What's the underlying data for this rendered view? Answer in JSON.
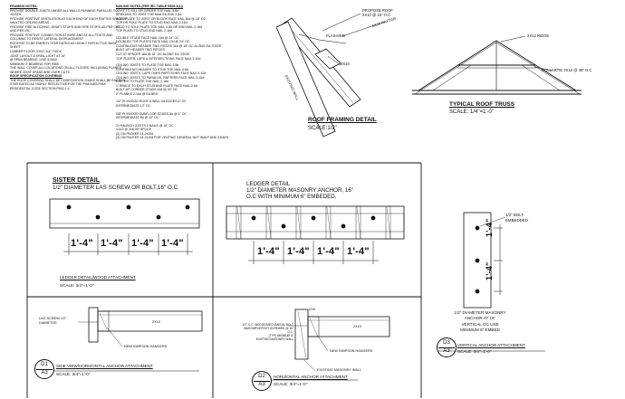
{
  "framing_notes": {
    "heading": "FRAMING NOTES:",
    "lines": [
      "PROVIDE DOUBLE JOISTS UNDER ALL WALLS RUNNING PARALLEL TO",
      "JOISTS",
      "PROVIDE POSITIVE VENTILATION AT EACH END OF EACH RAFTER SPACE AT",
      "VAULTED CEILING AREAS",
      "PROVIDE FIRE BLOCKING, DRAFT STOPS AND FIRE STOPS AS PER CBC",
      "AND PER IRC",
      "PROVIDE POSITIVE CONNECTION AT BASE AND AT ALL POSTS AND",
      "COLUMNS TO RESIST LATERAL DISPLACEMENT",
      "ROOFING TO BE ENERGY STAR RATED AS HIGHLY REFLECTIVE BASE",
      "SHEET",
      "LUMBER FLOOR JOIST 3/4\" THICK",
      "JOIST LAYOUT & SPAN, LIGHT AT 16\"",
      "@ SPAN BEARING, LINE & MAX",
      "MINIMUM 3\" BEARING FOR RIBS",
      "THE WALL COVER ALL LOCATIONS ON ALL FLOORS, INCLUDING PLANES",
      "WHERE JOIST SPANS ARE OVER CUTS"
    ],
    "sub_heading": "ROOF SPECIFICATION COVERING",
    "sub_lines": [
      "THE ROOF COVERING SHALL BE COMPOSITION SHAKE SHALL BE ENERGY",
      "STAR RATED AS HIGHLY REFLECTIVE FOR THE PHILADELPHIA",
      "RESIDENTIAL CODE SECTION R902.1.4"
    ]
  },
  "nailing_notes": {
    "heading": "NAILING NOTES (PER IRC TABLE R602.3(1))",
    "groups": [
      [
        "JOIST TO SILL OR GIRDER TOE NAIL 3-8d",
        "BRIDGING TO JOIST TOE NAIL EA END 2-8d",
        "SOLE PLATE TO JOIST OR BLOCK FACE NAIL 16d @ 16\" OC",
        "TOP OR SOLE PLATE TO STUD END NAIL 2-16d",
        "STUD TO SOLE PLATE TOE NAIL 4-8d OR END NAIL 2-16d",
        "TOP PLATE TO STUD END NAIL 2-16d"
      ],
      [
        "DOUBLE STUDS FACE NAIL 16d @ 24\" OC",
        "DOUBLED TOP PLATES FACE NAIL 10d @ 24\" OC",
        "CONTINUOUS HEADER TWO PIECES 16d @ 16\" OC ALONG EA. EDGE",
        "BUILT-UP HEADER TWO PIECES",
        "CUT AT SPACER 16d @ 16\" OC ALONG EA. EDGE",
        "TOP PLATES, LAPS & INTERSECTIONS FACE NAIL 2-10d"
      ],
      [
        "CEILING JOISTS TO PLATE TOE NAIL 3-8d",
        "CONTINUOUS HEADER TO STUD TOE NAIL 4-8d",
        "CEILING JOISTS, LAPS OVER PARTITIONS FACE NAIL 3-10d",
        "CEILING JOISTS TO PARALLEL RAFTERS FACE NAIL 3-10d",
        "RAFTER TO PLATE TOE NAIL 2-16d",
        "1\" BRACE TO EACH STUD AND PLATE FACE NAIL 2-8d",
        "BUILT-UP CORNER STUDS 10d @ 24\" OC",
        "2\" PLANKS 2-16d @ EA BRG"
      ],
      [
        "1/2\" PLYWOOD ROOF & WALL 6d EDGES 6\" OC",
        "INTERMEDIATE 12\" OC"
      ],
      [
        "5/8\" PLYWOOD SUBFLOOR EDGES 8d @ 6\" OC",
        "INTERMEDIATE 8d @ 12\" OC"
      ],
      [
        "2x HAUNCH JOISTS 2 NAILS @ 16\" OC",
        "1/2x2 @ 2x6 OR SPLICE",
        "(2) ON PACKER 14-2x10d",
        "(2) ON PACKER 14-2x10d FOR VENTING GENERAL NOT WANT AND 4-BAYS"
      ]
    ]
  },
  "roof_framing": {
    "title": "ROOF FRAMING DETAIL",
    "scale": "SCALE:1/2\"",
    "labels": {
      "propose_roof": "PROPOSE ROOF",
      "rafter": "2X10 @ 16\" O.C",
      "rafter_tag": "2X10 RAFTER",
      "flashing": "FLASHING",
      "ledger_tag": "2X10",
      "wall": "EXISTING WALL"
    }
  },
  "roof_truss": {
    "title": "TYPICAL ROOF TRUSS",
    "scale": "SCALE: 1/4\"=1'-0\"",
    "labels": {
      "ridge": "2X12 RIDGE",
      "collar": "COLLARTIE 2X12 @ 48\" O.C"
    }
  },
  "sister_detail": {
    "title": "SISTER DETAIL",
    "subtitle": "1/2\" DIAMETER LAS SCREW OR BOLT,16\" O.C",
    "dims": [
      "1'-4\"",
      "1'-4\"",
      "1'-4\"",
      "1'-4\""
    ],
    "caption": "LEDGER DETAIL/WOOD ATTACHMENT",
    "scale": "SCALE: 3/4\"=1'-0\""
  },
  "ledger_detail": {
    "title": "LEDGER DETAIL",
    "line1": "1/2\" DIAMETER MASONRY ANCHOR, 16\"",
    "line2": "O.C WITH MINIMUM 6\" EMBEDED.",
    "dims": [
      "1'-4\"",
      "1'-4\"",
      "1'-4\"",
      "1'-4\""
    ]
  },
  "vertical_detail": {
    "bolt_label_1": "1/2\" BOLT",
    "bolt_label_2": "EMBEDDED",
    "dims": [
      "1'-4\"",
      "1'-4\""
    ],
    "note_lines": [
      "1/2\" DIAMETER MASONRY",
      "ANCHOR AT 16\"",
      "VERTICAL OC USE",
      "MINIMUM 6\" EMBED"
    ],
    "ref_top": "D3",
    "ref_bottom": "A3",
    "caption": "VERTICAL ANCHOR ATTACHMENT",
    "scale": "SCALE: 3/4\"=1'-0\""
  },
  "side_view": {
    "label_screw_1": "LAG SCREW 1/2\"",
    "label_screw_2": "DIAMETER",
    "ledger": "2X10",
    "hanger": "NEW SIMPSON HANGERS",
    "ref_top": "D1",
    "ref_bottom": "A3",
    "caption": "SIDE VIEW/HORIZONTAL ANCHOR ATTACHMENT",
    "scale": "SCALE: 3/4\"=1'-0\""
  },
  "horizontal_view": {
    "label_2x": "2X8",
    "note_1": "1/2\" O.C. WEDGE/MECHANICAL BOLT",
    "note_2": "MASONRY/EPOXY SCREWED @ 16\" O.C.",
    "note_3": "(TYP) MINIMUM 6\"",
    "note_4": "EXISTING MASONRY WALL",
    "ledger": "2X10",
    "hanger": "NEW SIMPSON HANGERS",
    "wall": "EXISTING MASONRY WALL",
    "ref_top": "D2",
    "ref_bottom": "A3",
    "caption": "HORIZONTAL ANCHOR ATTACHMENT",
    "scale": "SCALE: 3/4\"=1'-0\""
  }
}
